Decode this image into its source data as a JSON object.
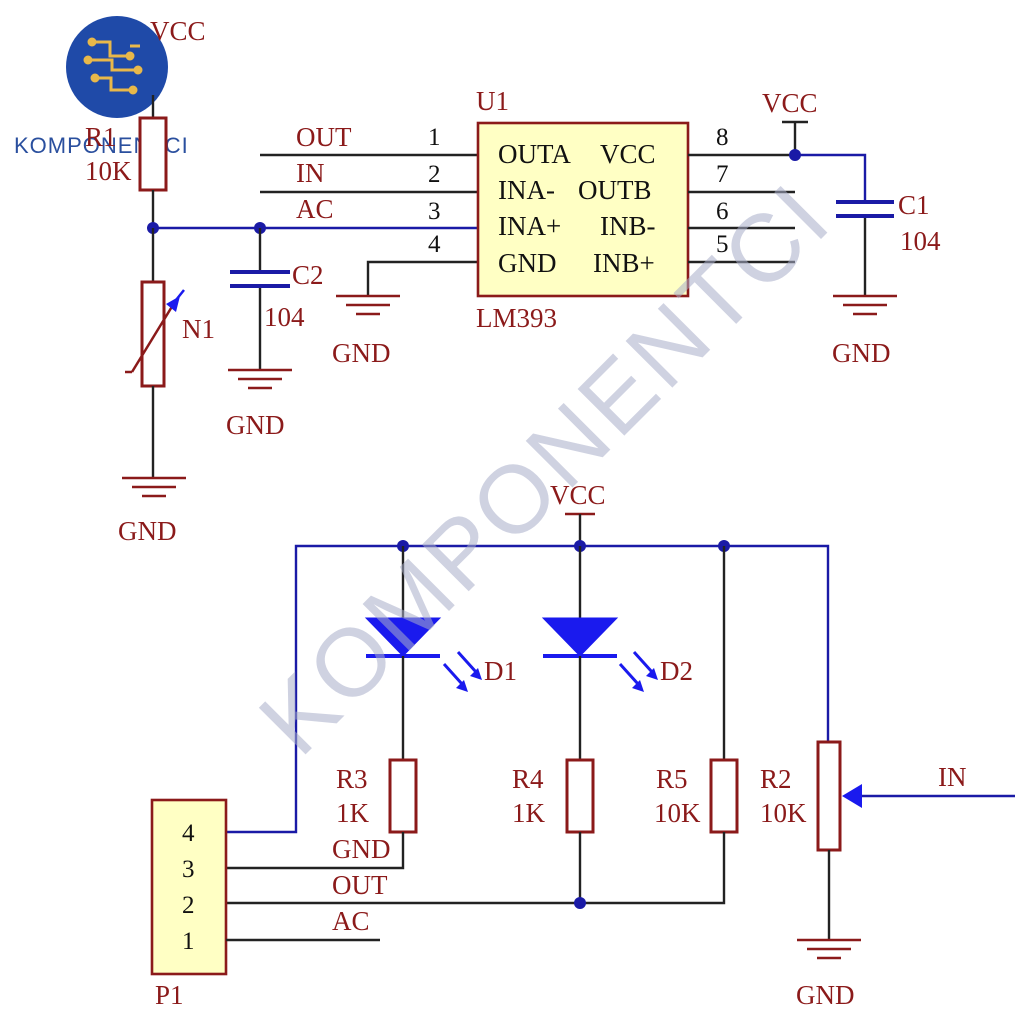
{
  "logo": {
    "text": "KOMPONENTCI"
  },
  "watermark": {
    "text": "KOMPONENTCI"
  },
  "top_circuit": {
    "vcc_r1": "VCC",
    "r1_ref": "R1",
    "r1_value": "10K",
    "n1_ref": "N1",
    "gnd_n1": "GND",
    "c2_ref": "C2",
    "c2_value": "104",
    "gnd_c2": "GND",
    "net_out": "OUT",
    "net_in": "IN",
    "net_ac": "AC",
    "u1_ref": "U1",
    "u1_part": "LM393",
    "pins_left": [
      "1",
      "2",
      "3",
      "4"
    ],
    "pins_right": [
      "8",
      "7",
      "6",
      "5"
    ],
    "chip_rows": [
      {
        "left": "OUTA",
        "right": "VCC"
      },
      {
        "left": "INA-",
        "right": "OUTB"
      },
      {
        "left": "INA+",
        "right": "INB-"
      },
      {
        "left": "GND",
        "right": "INB+"
      }
    ],
    "gnd_u1": "GND",
    "vcc_c1": "VCC",
    "c1_ref": "C1",
    "c1_value": "104",
    "gnd_c1": "GND"
  },
  "bottom_circuit": {
    "vcc": "VCC",
    "d1_ref": "D1",
    "d2_ref": "D2",
    "r3_ref": "R3",
    "r3_value": "1K",
    "r4_ref": "R4",
    "r4_value": "1K",
    "r5_ref": "R5",
    "r5_value": "10K",
    "r2_ref": "R2",
    "r2_value": "10K",
    "net_in": "IN",
    "gnd_r2": "GND",
    "p1_ref": "P1",
    "p1_pins": [
      "4",
      "3",
      "2",
      "1"
    ],
    "net_gnd": "GND",
    "net_out": "OUT",
    "net_ac": "AC"
  }
}
